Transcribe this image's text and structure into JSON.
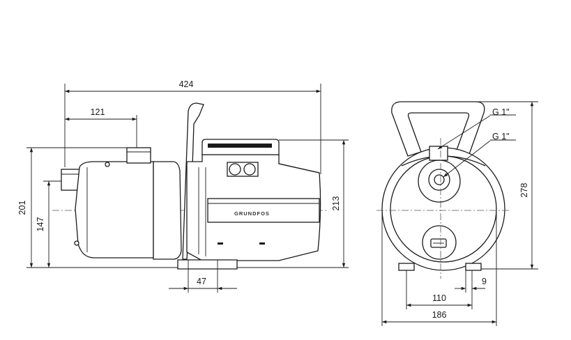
{
  "side_view": {
    "dimensions": {
      "overall_length": "424",
      "inlet_offset": "121",
      "height_total": "201",
      "height_axis": "147",
      "height_right": "213",
      "foot_width": "47"
    },
    "brand_logo": "GRUNDFOS"
  },
  "front_view": {
    "dimensions": {
      "height_total": "278",
      "foot_spacing": "110",
      "foot_width": "9",
      "overall_width": "186"
    },
    "labels": {
      "outlet_thread": "G 1\"",
      "inlet_thread": "G 1\""
    }
  }
}
